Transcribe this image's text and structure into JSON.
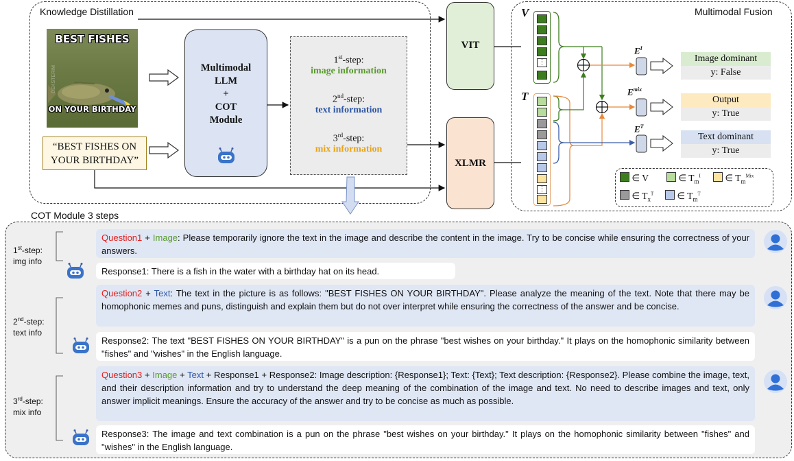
{
  "knowledge_distillation": {
    "title": "Knowledge Distillation",
    "meme_text_top": "BEST FISHES",
    "meme_text_bottom": "ON YOUR BIRTHDAY",
    "meme_watermark": "DEKSTERIM",
    "caption_line1": "“BEST FISHES ON",
    "caption_line2": "YOUR BIRTHDAY”",
    "llm_box": {
      "line1": "Multimodal",
      "line2": "LLM",
      "line3": "+",
      "line4": "COT",
      "line5": "Module"
    },
    "steps": [
      {
        "num": "1",
        "sup": "st",
        "suffix": "-step:",
        "label": "image information",
        "color": "#5a9a2e"
      },
      {
        "num": "2",
        "sup": "nd",
        "suffix": "-step:",
        "label": "text information",
        "color": "#2e56a4"
      },
      {
        "num": "3",
        "sup": "rd",
        "suffix": "-step:",
        "label": "mix information",
        "color": "#e8a317"
      }
    ],
    "vit_label": "VIT",
    "xlmr_label": "XLMR"
  },
  "fusion": {
    "title": "Multimodal Fusion",
    "v_label": "V",
    "t_label": "T",
    "e_image": "E",
    "e_image_sup": "I",
    "e_mix": "E",
    "e_mix_sup": "mix",
    "e_text": "E",
    "e_text_sup": "T",
    "outputs": [
      {
        "header": "Image dominant",
        "value": "y:  False",
        "color": "#d9ecd0"
      },
      {
        "header": "Output",
        "value": "y:  True",
        "color": "#fdeac0"
      },
      {
        "header": "Text dominant",
        "value": "y:  True",
        "color": "#d7e1f2"
      }
    ],
    "legend": {
      "v": "∈ V",
      "tmi": "∈ T",
      "tmi_sub": "m",
      "tmi_sup": "I",
      "tmix": "∈ T",
      "tmix_sub": "m",
      "tmix_sup": "Mix",
      "txt": "∈ T",
      "txt_sub": "x",
      "txt_sup": "T",
      "tmt": "∈ T",
      "tmt_sub": "m",
      "tmt_sup": "T"
    },
    "colors": {
      "v": "#3d7d1f",
      "image": "#b7dc9b",
      "mix": "#fde3a0",
      "xt": "#9a9a9a",
      "text": "#b8c8e8"
    }
  },
  "cot": {
    "title": "COT Module 3 steps",
    "steps": [
      {
        "num": "1",
        "sup": "st",
        "line1": "-step:",
        "line2": "img info"
      },
      {
        "num": "2",
        "sup": "nd",
        "line1": "-step:",
        "line2": "text info"
      },
      {
        "num": "3",
        "sup": "rd",
        "line1": "-step:",
        "line2": "mix info"
      }
    ],
    "q1": {
      "label": "Question1",
      "plus": " + ",
      "tag": "Image",
      "text": ": Please temporarily ignore the text in the image and describe the content in the image. Try to be concise while ensuring the correctness of your answers."
    },
    "r1": {
      "label": "Response1",
      "text": ": There is a fish in the water with a birthday hat on its head."
    },
    "q2": {
      "label": "Question2",
      "plus": " + ",
      "tag": "Text",
      "text": ": The text in the picture is as follows: \"BEST FISHES ON YOUR BIRTHDAY\". Please analyze the meaning of the text. Note that there may be homophonic memes and puns, distinguish and explain them but do not over interpret while ensuring the correctness of the answer and be concise."
    },
    "r2": {
      "label": "Response2",
      "text": ": The text \"BEST FISHES ON YOUR BIRTHDAY\" is a pun on the phrase \"best wishes on your birthday.\" It plays on the homophonic similarity between \"fishes\" and \"wishes\" in the English language."
    },
    "q3": {
      "label": "Question3",
      "plus1": " + ",
      "tag1": "Image",
      "plus2": " + ",
      "tag2": "Text",
      "plus3": " + ",
      "tag3": "Response1",
      "plus4": " + ",
      "tag4": "Response2",
      "text": ": Image description: {Response1}; Text: {Text}; Text description: {Response2}. Please combine the image, text, and their description information and try to understand the deep meaning of the combination of the image and text. No need to describe images and text, only answer implicit meanings. Ensure the accuracy of the answer and try to be concise as much as possible."
    },
    "r3": {
      "label": "Response3",
      "text": ": The image and text combination is a pun on the phrase \"best wishes on your birthday.\" It plays on the homophonic similarity between \"fishes\" and \"wishes\" in the English language."
    }
  }
}
